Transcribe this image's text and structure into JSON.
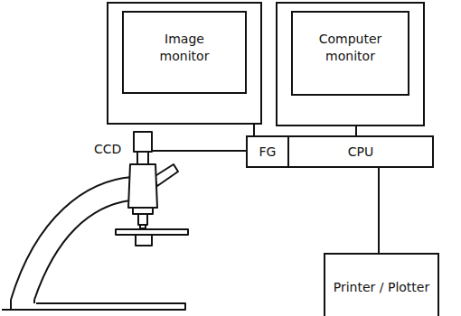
{
  "diagram": {
    "nodes": [
      {
        "text": [
          "Image monitor"
        ]
      },
      {
        "text": [
          "Computer monitor"
        ]
      },
      {
        "text": [
          "FG"
        ]
      },
      {
        "text": [
          "CPU"
        ]
      },
      {
        "text": [
          "Printer / Plotter"
        ]
      }
    ],
    "edges": [
      {
        "from": 0,
        "to": 2,
        "arrow": "none"
      },
      {
        "from": 1,
        "to": 3,
        "arrow": "none"
      },
      {
        "from": 3,
        "to": 4,
        "arrow": "none"
      }
    ],
    "labels": [
      "CCD"
    ]
  }
}
